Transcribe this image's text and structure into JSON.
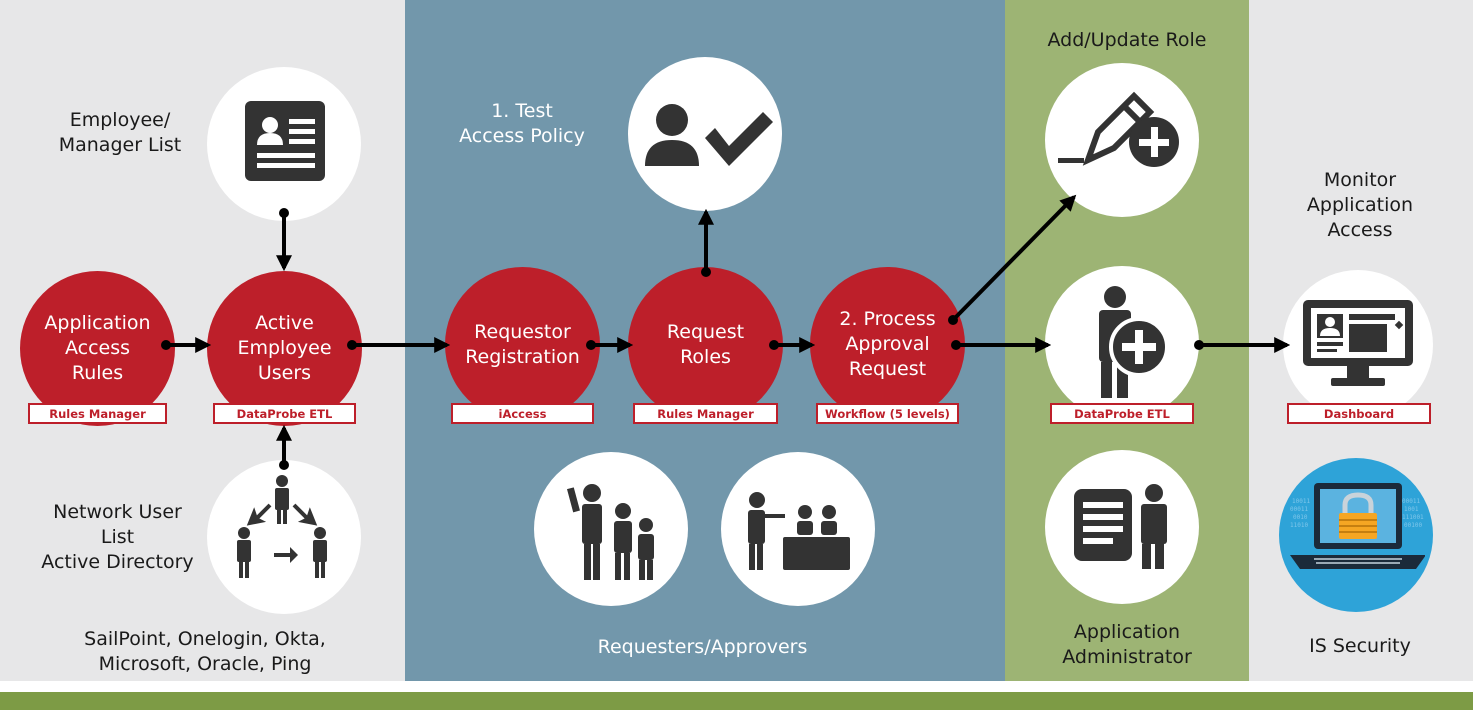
{
  "colors": {
    "band_gray": "#e7e7e8",
    "band_blue": "#7297ab",
    "band_green": "#9db474",
    "brand_red": "#bd1f2a",
    "bottom_bar": "#7d9b45",
    "icon_dark": "#333333"
  },
  "labels": {
    "employee_manager_list": "Employee/\nManager List",
    "network_user_list": "Network User\nList\nActive Directory",
    "providers": "SailPoint, Onelogin, Okta,\nMicrosoft, Oracle, Ping",
    "test_access_policy": "1. Test\nAccess Policy",
    "requesters_approvers": "Requesters/Approvers",
    "add_update_role": "Add/Update Role",
    "application_administrator": "Application\nAdministrator",
    "monitor_application_access": "Monitor\nApplication\nAccess",
    "is_security": "IS Security"
  },
  "nodes": {
    "application_access_rules": {
      "label": "Application\nAccess\nRules",
      "tag": "Rules Manager"
    },
    "active_employee_users": {
      "label": "Active\nEmployee\nUsers",
      "tag": "DataProbe ETL"
    },
    "requestor_registration": {
      "label": "Requestor\nRegistration",
      "tag": "iAccess"
    },
    "request_roles": {
      "label": "Request\nRoles",
      "tag": "Rules Manager"
    },
    "process_approval_request": {
      "label": "2. Process\nApproval\nRequest",
      "tag": "Workflow (5 levels)"
    },
    "user_add": {
      "tag": "DataProbe ETL"
    },
    "dashboard": {
      "tag": "Dashboard"
    }
  },
  "icons": [
    "id-card-icon",
    "org-chart-icon",
    "user-check-icon",
    "presenter-group-icon",
    "presentation-meeting-icon",
    "edit-add-icon",
    "user-add-icon",
    "admin-document-icon",
    "dashboard-monitor-icon",
    "laptop-lock-icon"
  ]
}
